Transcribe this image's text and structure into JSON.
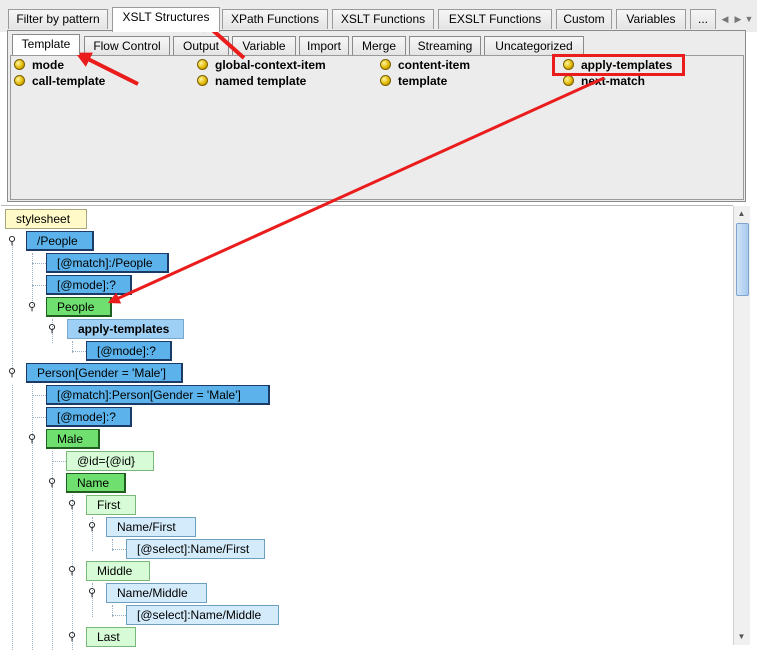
{
  "top_tabs": [
    {
      "label": "Filter by pattern",
      "active": false
    },
    {
      "label": "XSLT Structures",
      "active": true
    },
    {
      "label": "XPath Functions",
      "active": false
    },
    {
      "label": "XSLT Functions",
      "active": false
    },
    {
      "label": "EXSLT Functions",
      "active": false
    },
    {
      "label": "Custom",
      "active": false
    },
    {
      "label": "Variables",
      "active": false
    },
    {
      "label": "...",
      "active": false
    }
  ],
  "sub_tabs": [
    {
      "label": "Template",
      "active": true
    },
    {
      "label": "Flow Control",
      "active": false
    },
    {
      "label": "Output",
      "active": false
    },
    {
      "label": "Variable",
      "active": false
    },
    {
      "label": "Import",
      "active": false
    },
    {
      "label": "Merge",
      "active": false
    },
    {
      "label": "Streaming",
      "active": false
    },
    {
      "label": "Uncategorized",
      "active": false
    }
  ],
  "template_items": [
    {
      "label": "mode",
      "icon": "bullet-icon"
    },
    {
      "label": "call-template",
      "icon": "bullet-icon"
    },
    {
      "label": "global-context-item",
      "icon": "bullet-icon"
    },
    {
      "label": "named template",
      "icon": "bullet-icon"
    },
    {
      "label": "content-item",
      "icon": "bullet-icon"
    },
    {
      "label": "template",
      "icon": "bullet-icon"
    },
    {
      "label": "apply-templates",
      "icon": "bullet-icon",
      "highlighted": true
    },
    {
      "label": "next-match",
      "icon": "bullet-icon"
    }
  ],
  "tree_nodes": [
    {
      "label": "stylesheet",
      "kind": "root"
    },
    {
      "label": "/People",
      "kind": "template"
    },
    {
      "label": "[@match]:/People",
      "kind": "attribute"
    },
    {
      "label": "[@mode]:?",
      "kind": "attribute"
    },
    {
      "label": "People",
      "kind": "element"
    },
    {
      "label": "apply-templates",
      "kind": "instruction"
    },
    {
      "label": "[@mode]:?",
      "kind": "attribute"
    },
    {
      "label": "Person[Gender = 'Male']",
      "kind": "template"
    },
    {
      "label": "[@match]:Person[Gender = 'Male']",
      "kind": "attribute"
    },
    {
      "label": "[@mode]:?",
      "kind": "attribute"
    },
    {
      "label": "Male",
      "kind": "element"
    },
    {
      "label": "@id={@id}",
      "kind": "literal-attribute"
    },
    {
      "label": "Name",
      "kind": "element"
    },
    {
      "label": "First",
      "kind": "literal-element"
    },
    {
      "label": "Name/First",
      "kind": "value-of"
    },
    {
      "label": "[@select]:Name/First",
      "kind": "value-of-attribute"
    },
    {
      "label": "Middle",
      "kind": "literal-element"
    },
    {
      "label": "Name/Middle",
      "kind": "value-of"
    },
    {
      "label": "[@select]:Name/Middle",
      "kind": "value-of-attribute"
    },
    {
      "label": "Last",
      "kind": "literal-element"
    }
  ],
  "colors": {
    "template_node": "#5cb3ec",
    "element_node": "#6fe06f",
    "root_node": "#fffac8",
    "annotation": "#ea1c1c"
  },
  "icons": {
    "expander": "pin-icon",
    "scroll_up": "chevron-up-icon",
    "scroll_down": "chevron-down-icon",
    "tabs_left": "chevron-left-icon",
    "tabs_right": "chevron-right-icon",
    "tabs_menu": "chevron-down-icon"
  }
}
